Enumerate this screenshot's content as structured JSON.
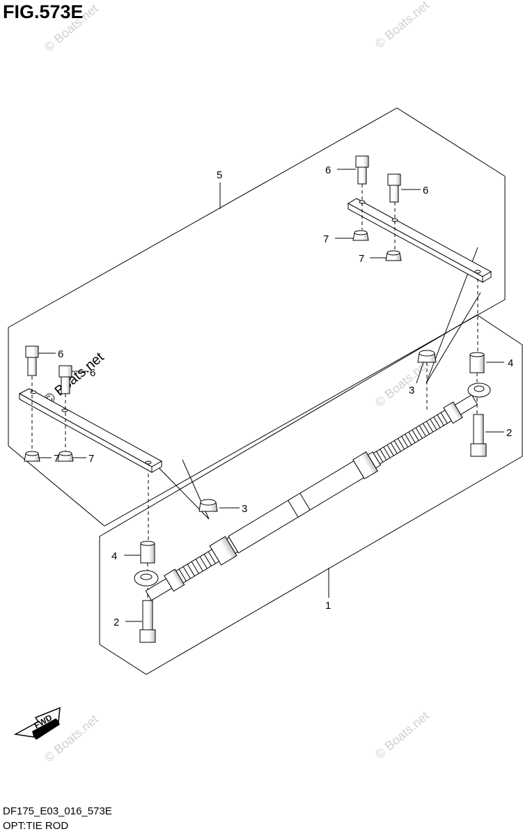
{
  "figure": {
    "title": "FIG.573E",
    "diagram_code": "DF175_E03_016_573E",
    "subtitle": "OPT:TIE ROD"
  },
  "callouts": {
    "c1": "1",
    "c2a": "2",
    "c2b": "2",
    "c3a": "3",
    "c3b": "3",
    "c4a": "4",
    "c4b": "4",
    "c5": "5",
    "c6a": "6",
    "c6b": "6",
    "c6c": "6",
    "c6d": "6",
    "c7a": "7",
    "c7b": "7",
    "c7c": "7",
    "c7d": "7"
  },
  "fwd_label": "FWD",
  "watermark": "© Boats.net",
  "colors": {
    "line": "#000000",
    "part_fill": "#ffffff",
    "shade": "#cfcfcf",
    "watermark": "#d0d0d0"
  }
}
